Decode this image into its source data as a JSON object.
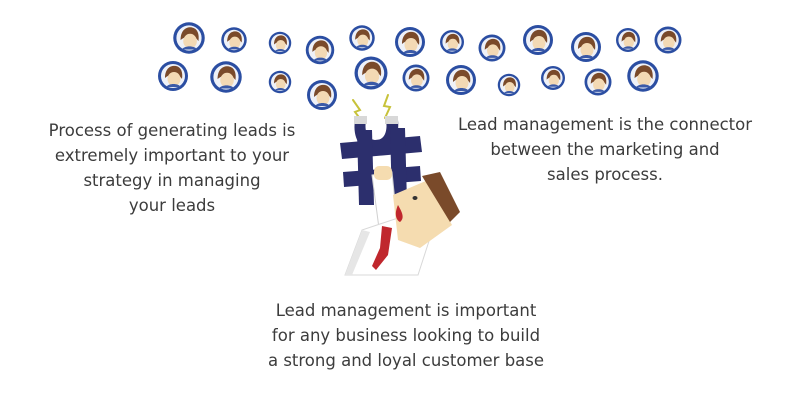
{
  "captions": {
    "left": [
      "Process of generating leads is",
      "extremely important to your",
      "strategy in managing",
      "your leads"
    ],
    "right": [
      "Lead management is the connector",
      "between the marketing and",
      "sales process."
    ],
    "bottom": [
      "Lead management is important",
      "for any business looking to build",
      "a strong and loyal customer base"
    ]
  },
  "colors": {
    "avatar_ring": "#2b4ea2",
    "avatar_fill": "#f3d9b4",
    "hair": "#7a4a2a",
    "magnet": "#2c2f6d",
    "shirt": "#ffffff",
    "tie": "#c0272d",
    "skin": "#f5dcb0",
    "text": "#3c3c3c"
  },
  "icons": [
    "avatar-icon",
    "magnet-icon",
    "businessman-icon",
    "spark-icon"
  ]
}
